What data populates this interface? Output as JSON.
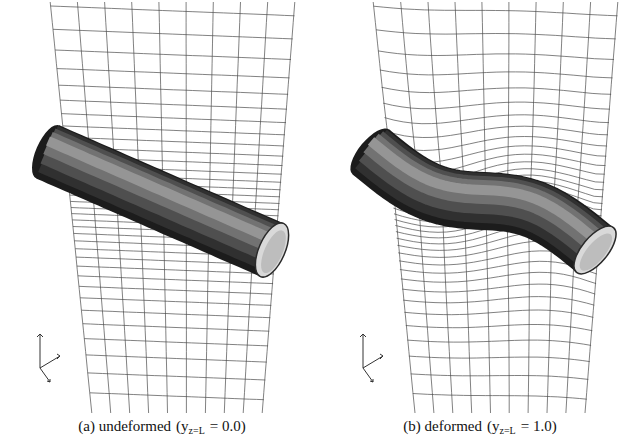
{
  "diagram": {
    "labels": [
      "(a) undeformed",
      "(y",
      "z=L",
      "= 0.0)",
      "(b) deformed",
      "(y",
      "z=L",
      "= 1.0)"
    ]
  }
}
